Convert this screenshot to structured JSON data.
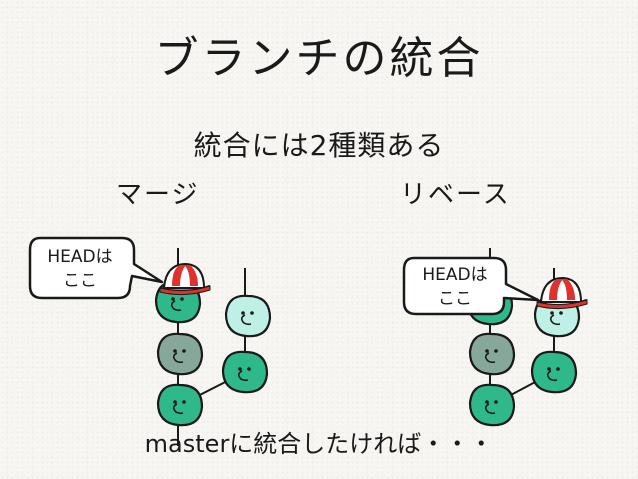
{
  "slide": {
    "title": "ブランチの統合",
    "subtitle": "統合には2種類ある",
    "merge_label": "マージ",
    "rebase_label": "リベース",
    "caption": "masterに統合したければ・・・"
  },
  "merge_diagram": {
    "head_bubble": {
      "line1": "HEADは",
      "line2": "ここ"
    }
  },
  "rebase_diagram": {
    "head_bubble": {
      "line1": "HEADは",
      "line2": "ここ"
    }
  },
  "colors": {
    "commit_green": "#2fb88a",
    "commit_gray": "#86a89a",
    "commit_pale": "#bff0e6",
    "cap_red": "#e0322c",
    "outline": "#1a1a1a"
  }
}
